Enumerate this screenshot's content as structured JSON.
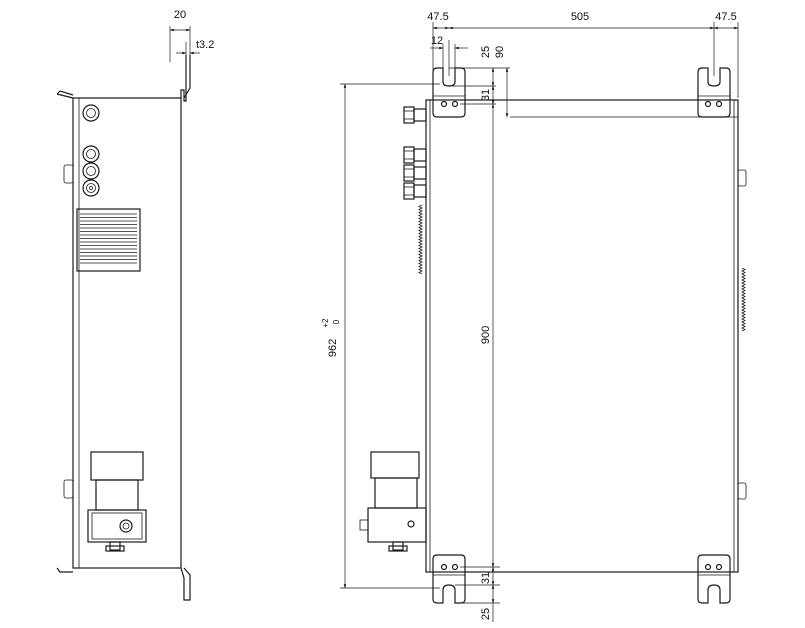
{
  "dimensions": {
    "side_view": {
      "flange_width": "20",
      "thickness": "t3.2"
    },
    "front_view": {
      "left_bracket": "47.5",
      "center_span": "505",
      "right_bracket": "47.5",
      "slot_width": "12",
      "slot_depth": "25",
      "top_offset": "90",
      "hole_offset_top": "31",
      "hole_spacing": "900",
      "overall_height": "962",
      "overall_tol_upper": "+2",
      "overall_tol_lower": "0",
      "hole_offset_bottom": "31",
      "bottom_slot_depth": "25"
    }
  }
}
